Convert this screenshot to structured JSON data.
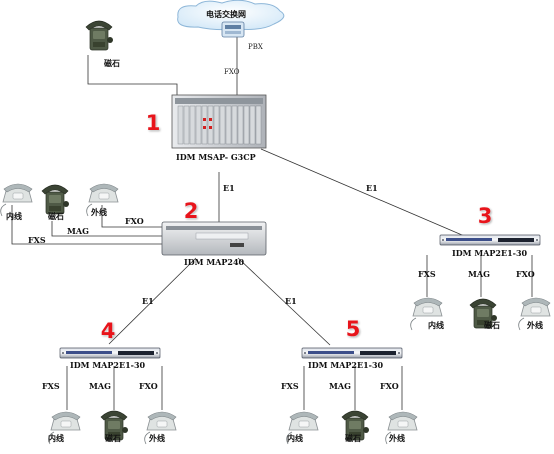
{
  "cloud_label": "电话交换网",
  "pbx_label": "PBX",
  "top_fxo_label": "FXO",
  "top_magneto_label": "磁石",
  "numbers": {
    "n1": "1",
    "n2": "2",
    "n3": "3",
    "n4": "4",
    "n5": "5"
  },
  "center": {
    "name": "IDM MSAP- G3CP"
  },
  "main": {
    "name": "IDM MAP240",
    "fxs": "FXS",
    "mag": "MAG",
    "fxo": "FXO",
    "phone1": "内线",
    "magneto": "磁石",
    "phone2": "外线"
  },
  "links": {
    "center_main": "E1",
    "center_r3": "E1",
    "main_r4": "E1",
    "main_r5": "E1"
  },
  "remote3": {
    "name": "IDM MAP2E1-30",
    "fxs": "FXS",
    "mag": "MAG",
    "fxo": "FXO",
    "phone1": "内线",
    "magneto": "磁石",
    "phone2": "外线"
  },
  "remote4": {
    "name": "IDM MAP2E1-30",
    "fxs": "FXS",
    "mag": "MAG",
    "fxo": "FXO",
    "phone1": "内线",
    "magneto": "磁石",
    "phone2": "外线"
  },
  "remote5": {
    "name": "IDM MAP2E1-30",
    "fxs": "FXS",
    "mag": "MAG",
    "fxo": "FXO",
    "phone1": "内线",
    "magneto": "磁石",
    "phone2": "外线"
  },
  "colors": {
    "number_red": "#e8141b",
    "rack_gray": "#c9ccd0",
    "panel_blue": "#3d4f8a"
  }
}
